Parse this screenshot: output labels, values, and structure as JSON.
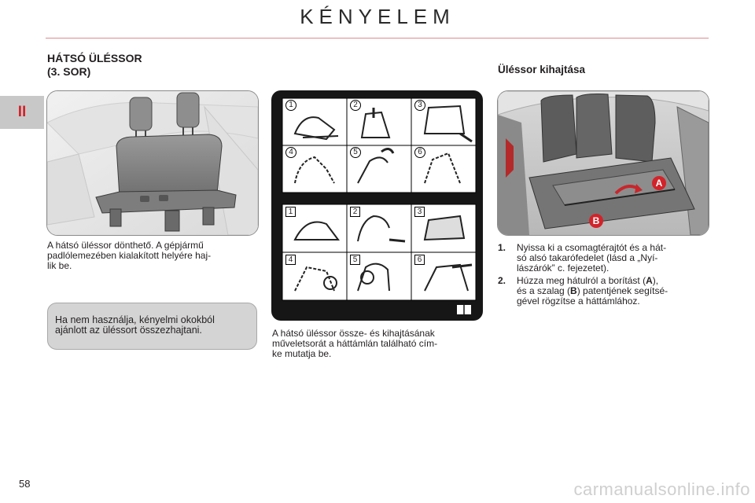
{
  "header": {
    "title": "KÉNYELEM"
  },
  "chapter_tab": {
    "label": "II"
  },
  "section": {
    "title_line1": "HÁTSÓ ÜLÉSSOR",
    "title_line2": "(3. SOR)"
  },
  "left": {
    "paragraph": [
      "A  hátsó  üléssor  dönthető.  A  gépjármű",
      "padlólemezében kialakított helyére haj-",
      "lik be."
    ],
    "note": [
      "Ha nem használja, kényelmi okokból",
      "ajánlott az üléssort összezhajtani."
    ]
  },
  "middle": {
    "labels_top": [
      "1",
      "2",
      "3",
      "4",
      "5",
      "6"
    ],
    "labels_bottom": [
      "1",
      "2",
      "3",
      "4",
      "5",
      "6"
    ],
    "paragraph": [
      "A hátsó üléssor össze- és kihajtásának",
      "műveletsorát a háttámlán található cím-",
      "ke mutatja be."
    ]
  },
  "right": {
    "title": "Üléssor kihajtása",
    "callouts": [
      "A",
      "B"
    ],
    "steps": [
      {
        "num": "1.",
        "lines": [
          "Nyissa ki a csomagtérajtót és a hát-",
          "só  alsó  takarófedelet  (lásd  a  „Nyí-",
          "lászárók” c. fejezetet)."
        ]
      },
      {
        "num": "2.",
        "lines_pre": "Húzza  meg  hátulról  a  borítást  (",
        "bold1": "A",
        "lines_post1": "),",
        "line2_pre": "és a szalag (",
        "bold2": "B",
        "line2_post": ") patentjének segítsé-",
        "line3": "gével rögzítse a háttámlához."
      }
    ]
  },
  "footer": {
    "page_number": "58",
    "watermark": "carmanualsonline.info"
  },
  "colors": {
    "accent_red": "#d2232a",
    "rule": "#e08a90",
    "tab_gray": "#c8c8c8"
  }
}
